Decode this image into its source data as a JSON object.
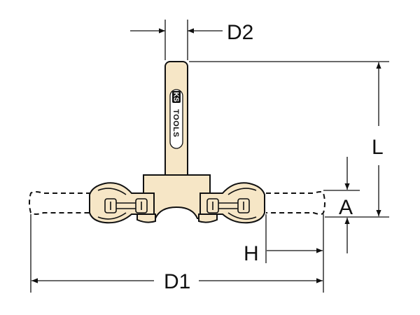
{
  "brand": {
    "ks": "KS",
    "tools": "TOOLS"
  },
  "dimensions": {
    "d2": "D2",
    "l": "L",
    "a": "A",
    "h": "H",
    "d1": "D1"
  },
  "colors": {
    "line": "#111111",
    "body_fill": "#f6e6c6",
    "background": "#ffffff"
  }
}
